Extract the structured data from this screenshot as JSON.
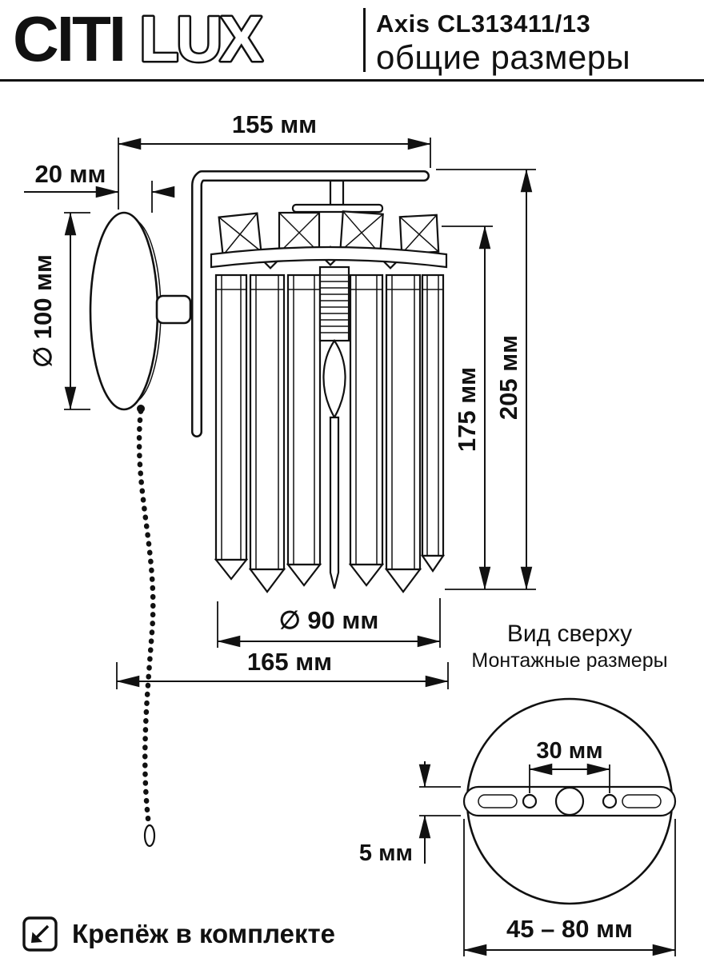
{
  "header": {
    "brand_part1": "CITI",
    "brand_part2": "LUX",
    "model": "Axis CL313411/13",
    "subtitle": "общие размеры"
  },
  "diagram": {
    "dim_arm_length": "155 мм",
    "dim_plate_depth": "20 мм",
    "dim_plate_diameter": "∅ 100 мм",
    "dim_shade_height": "175 мм",
    "dim_total_height": "205 мм",
    "dim_shade_diameter": "∅ 90 мм",
    "dim_total_depth": "165 мм"
  },
  "top_view": {
    "title": "Вид сверху",
    "subtitle": "Монтажные размеры",
    "dim_hole_spacing": "30 мм",
    "dim_bracket_offset": "5 мм",
    "dim_mount_range": "45 – 80 мм"
  },
  "footer": {
    "note": "Крепёж в комплекте"
  },
  "colors": {
    "ink": "#111111",
    "background": "#ffffff"
  }
}
